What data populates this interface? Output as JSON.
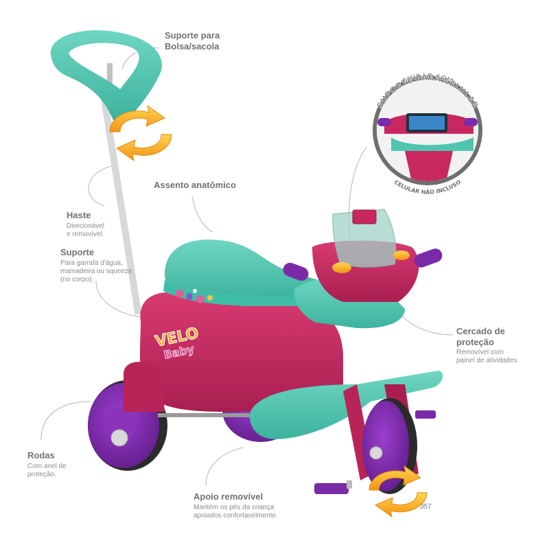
{
  "colors": {
    "pink": "#c8285f",
    "pink_dark": "#9c1a47",
    "teal": "#4fc5b0",
    "teal_dark": "#36a893",
    "purple": "#7b2aa8",
    "purple_dark": "#5a1a80",
    "orange": "#f6a623",
    "yellow": "#ffd23f",
    "grey": "#cfd1d2",
    "label_grey": "#707173"
  },
  "brand": {
    "line1": "VELO",
    "line2": "Baby"
  },
  "badge": {
    "title_top": "GUIDÃO COM",
    "title_bottom": "SUPORTE PARA CELULAR",
    "footnote": "CELULAR NÃO INCLUSO"
  },
  "labels": {
    "suporte_bolsa": {
      "title_l1": "Suporte para",
      "title_l2": "Bolsa/sacola"
    },
    "assento": {
      "title": "Assento anatômico"
    },
    "haste": {
      "title": "Haste",
      "desc_l1": "Direcionável",
      "desc_l2": "e removível."
    },
    "suporte": {
      "title": "Suporte",
      "desc_l1": "Para garrafa d'água,",
      "desc_l2": "mamadeira ou squeeze",
      "desc_l3": "(no corpo)."
    },
    "cercado": {
      "title_l1": "Cercado de",
      "title_l2": "proteção",
      "desc_l1": "Removível com",
      "desc_l2": "painel de atividades."
    },
    "rodas": {
      "title": "Rodas",
      "desc_l1": "Com anel de",
      "desc_l2": "proteção."
    },
    "apoio": {
      "title": "Apoio removível",
      "desc_l1": "Mantém os pés da criança",
      "desc_l2": "apoiados confortavelmente."
    }
  },
  "page_number": "357"
}
